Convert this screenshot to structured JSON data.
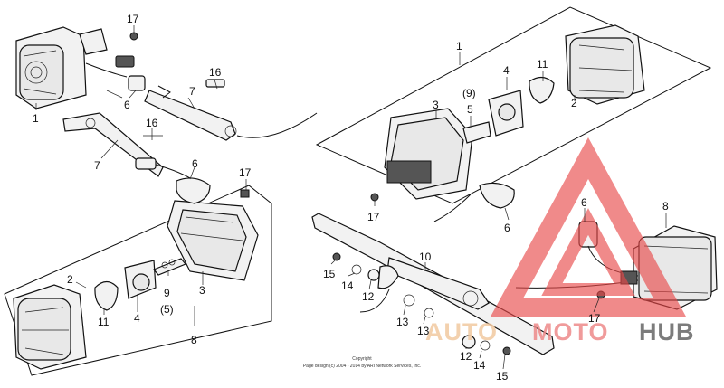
{
  "callouts": [
    {
      "id": "c17a",
      "text": "17"
    },
    {
      "id": "c16a",
      "text": "16"
    },
    {
      "id": "c7a",
      "text": "7"
    },
    {
      "id": "c1a",
      "text": "1"
    },
    {
      "id": "c6a",
      "text": "6"
    },
    {
      "id": "c16b",
      "text": "16"
    },
    {
      "id": "c7b",
      "text": "7"
    },
    {
      "id": "c6b",
      "text": "6"
    },
    {
      "id": "c17b",
      "text": "17"
    },
    {
      "id": "c2a",
      "text": "2"
    },
    {
      "id": "c11a",
      "text": "11"
    },
    {
      "id": "c4a",
      "text": "4"
    },
    {
      "id": "c9a",
      "text": "9"
    },
    {
      "id": "c5a",
      "text": "(5)"
    },
    {
      "id": "c3a",
      "text": "3"
    },
    {
      "id": "c8a",
      "text": "8"
    },
    {
      "id": "c1b",
      "text": "1"
    },
    {
      "id": "c4b",
      "text": "4"
    },
    {
      "id": "c11b",
      "text": "11"
    },
    {
      "id": "c9b",
      "text": "(9)"
    },
    {
      "id": "c5b",
      "text": "5"
    },
    {
      "id": "c3b",
      "text": "3"
    },
    {
      "id": "c2b",
      "text": "2"
    },
    {
      "id": "c17c",
      "text": "17"
    },
    {
      "id": "c6c",
      "text": "6"
    },
    {
      "id": "c6d",
      "text": "6"
    },
    {
      "id": "c8b",
      "text": "8"
    },
    {
      "id": "c10",
      "text": "10"
    },
    {
      "id": "c15a",
      "text": "15"
    },
    {
      "id": "c14a",
      "text": "14"
    },
    {
      "id": "c12a",
      "text": "12"
    },
    {
      "id": "c13a",
      "text": "13"
    },
    {
      "id": "c13b",
      "text": "13"
    },
    {
      "id": "c17d",
      "text": "17"
    },
    {
      "id": "c12b",
      "text": "12"
    },
    {
      "id": "c14b",
      "text": "14"
    },
    {
      "id": "c15b",
      "text": "15"
    }
  ],
  "copyright": {
    "line1": "Copyright",
    "line2": "Page design (c) 2004 - 2014 by ARI Network Services, Inc."
  },
  "watermark": {
    "auto": "AUTO",
    "moto": "MOTO",
    "hub": "HUB",
    "colors": {
      "triangle": "#e84848",
      "auto": "#f2c9a0",
      "hub": "#666666"
    }
  }
}
